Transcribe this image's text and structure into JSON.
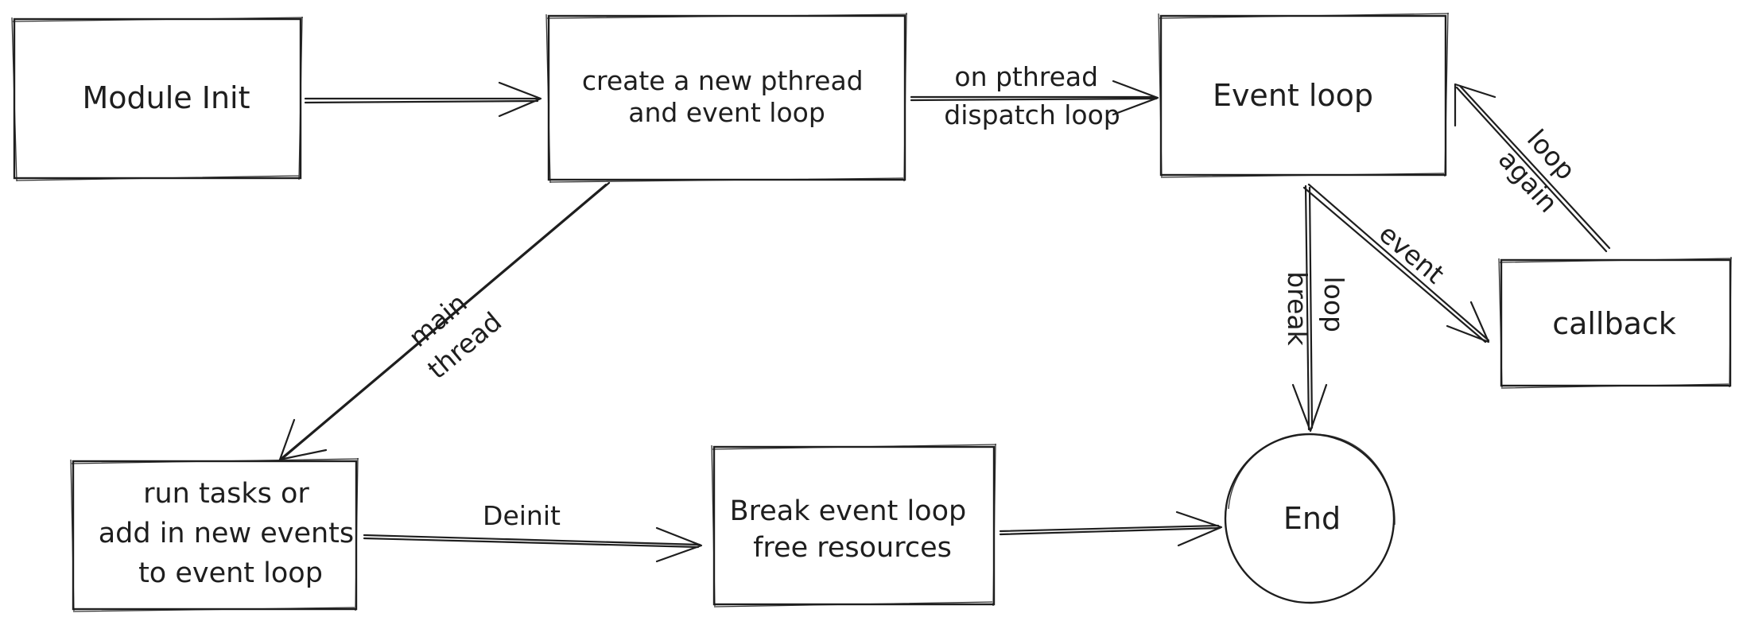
{
  "diagram": {
    "nodes": {
      "module_init": {
        "label": "Module Init"
      },
      "create_pthread": {
        "lines": [
          "create a new pthread",
          "and event loop"
        ]
      },
      "event_loop": {
        "label": "Event loop"
      },
      "callback": {
        "label": "callback"
      },
      "run_tasks": {
        "lines": [
          "run tasks or",
          "add in new events",
          "to event loop"
        ]
      },
      "break_loop": {
        "lines": [
          "Break event loop",
          "free resources"
        ]
      },
      "end": {
        "label": "End"
      }
    },
    "edges": {
      "init_to_create": {
        "label": ""
      },
      "create_to_loop": {
        "lines": [
          "on pthread",
          "dispatch loop"
        ]
      },
      "create_to_run": {
        "lines": [
          "main",
          "thread"
        ]
      },
      "loop_to_callback": {
        "label": "event"
      },
      "callback_to_loop": {
        "lines": [
          "loop",
          "again"
        ]
      },
      "loop_to_end": {
        "lines": [
          "loop",
          "break"
        ]
      },
      "run_to_break": {
        "label": "Deinit"
      },
      "break_to_end": {
        "label": ""
      }
    }
  }
}
